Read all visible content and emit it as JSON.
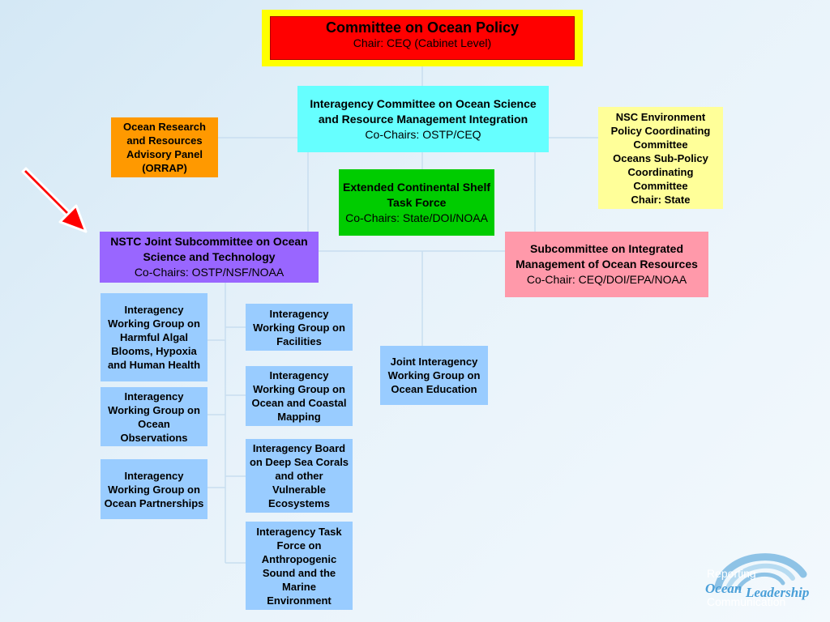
{
  "committee": {
    "title": "Committee on Ocean Policy",
    "chair": "Chair: CEQ (Cabinet Level)"
  },
  "interagency": {
    "title": "Interagency Committee on Ocean Science and Resource Management Integration",
    "chairs": "Co-Chairs: OSTP/CEQ"
  },
  "orrap": {
    "title": "Ocean Research and Resources Advisory Panel (ORRAP)"
  },
  "nsc": {
    "line1": "NSC Environment Policy Coordinating Committee",
    "line2": "Oceans Sub-Policy Coordinating Committee",
    "line3": "Chair: State"
  },
  "ecs": {
    "title": "Extended Continental Shelf Task Force",
    "chairs": "Co-Chairs: State/DOI/NOAA"
  },
  "nstc": {
    "title": "NSTC Joint Subcommittee on Ocean Science and Technology",
    "chairs": "Co-Chairs: OSTP/NSF/NOAA"
  },
  "sim": {
    "title": "Subcommittee on Integrated Management of Ocean Resources",
    "chairs": "Co-Chair: CEQ/DOI/EPA/NOAA"
  },
  "groups": {
    "habs": "Interagency Working Group on Harmful Algal Blooms, Hypoxia and Human Health",
    "observations": "Interagency Working Group on Ocean Observations",
    "partnerships": "Interagency Working Group on Ocean Partnerships",
    "facilities": "Interagency Working Group on Facilities",
    "mapping": "Interagency Working Group on Ocean and Coastal Mapping",
    "corals": "Interagency Board on Deep Sea Corals and other Vulnerable Ecosystems",
    "sound": "Interagency Task Force on Anthropogenic Sound and the Marine Environment",
    "education": "Joint Interagency Working Group on Ocean Education"
  },
  "logo": {
    "reporting": "Reporting",
    "ocean": "Ocean",
    "leadership": "Leadership",
    "communication": "Communication"
  },
  "colors": {
    "arrow": "#ff0000",
    "connector": "#c9e0ef"
  }
}
